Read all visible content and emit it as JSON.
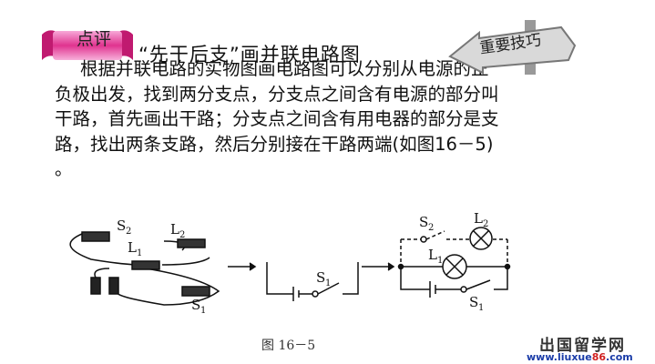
{
  "tag": {
    "label": "点评"
  },
  "title": "“先干后支”画并联电路图",
  "badge": {
    "label": "重要技巧"
  },
  "body": [
    "根据并联电路的实物图画电路图可以分别从电源的正",
    "负极出发，找到两分支点，分支点之间含有电源的部分叫",
    "干路，首先画出干路；分支点之间含有用电器的部分是支",
    "路，找出两条支路，然后分别接在干路两端(如图16－5)",
    "。"
  ],
  "figure": {
    "labels": {
      "s1": "S",
      "s2": "S",
      "l1": "L",
      "l2": "L",
      "sub1": "1",
      "sub2": "2"
    },
    "caption": "图 16－5"
  },
  "watermark": {
    "name": "出国留学网",
    "url_a": "www.liuxue",
    "url_b": "86",
    ".com": ".com",
    "url_c": ".com"
  }
}
